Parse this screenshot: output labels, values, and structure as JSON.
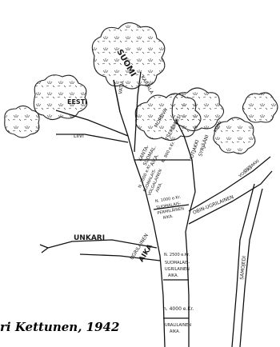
{
  "credit": "ri Kettunen, 1942",
  "labels": {
    "suomi": "SUOMI",
    "karjala": "KARJALA",
    "vatja": "VATJA",
    "eesti": "EESTI",
    "liivi": "LIIVI",
    "mordva": "MORDVA",
    "tseremissi": "TŠEREMISSI",
    "syrjaani": "SYRJÄÄNI",
    "votjakki": "VOTJAKKI",
    "komi": "KOMI",
    "ostjakki": "OSTJAKKI",
    "vogul": "VOGULI",
    "unkari": "UNKARI",
    "samojedi": "SAMOJEDI",
    "kantasuomalainen_date": "N. 800 e.Kr.",
    "kantasuomalainen": [
      "KANTA-",
      "SUOMAL.",
      "AIKA."
    ],
    "suomalaisvolgalainen_date": "N. 2000 e.Kr.",
    "suomalaisvolgalainen": [
      "SUOMALAIS-",
      "VOLGALAINEN",
      "AIKA."
    ],
    "permilainen_date": "N. 1000 e.Kr.",
    "permilainen": [
      "SUOMALAIS-",
      "PERMILÄINEN",
      "AIKA."
    ],
    "obinugrilainen": "OBIN-UGRILAINEN",
    "ugrilainen": [
      "UGRILAINEN",
      "AIKA"
    ],
    "suomalaisugrilainen_date": "N. 2500 e.Kr.",
    "suomalaisugrilainen": [
      "SUOMALAIS-",
      "UGRILAINEN",
      "AIKA."
    ],
    "uralilainen_date": "n. 4000 e.Kr.",
    "uralilainen": [
      "URALILAINEN",
      "AIKA."
    ]
  }
}
